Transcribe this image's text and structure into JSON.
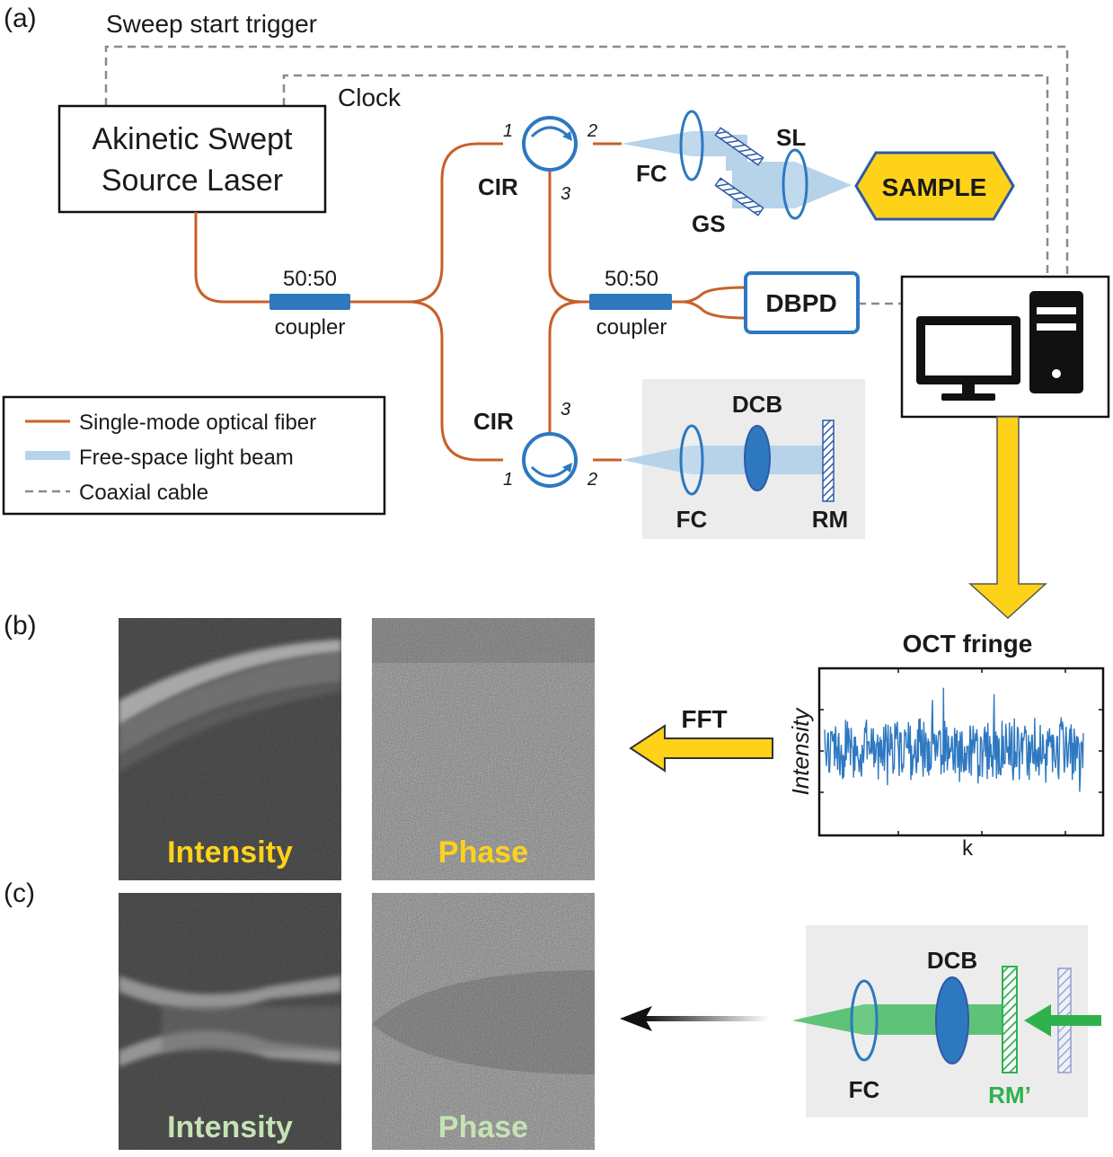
{
  "panels": {
    "a": "(a)",
    "b": "(b)",
    "c": "(c)"
  },
  "signals": {
    "sweep_trigger": "Sweep start trigger",
    "clock": "Clock"
  },
  "laser": {
    "line1": "Akinetic Swept",
    "line2": "Source Laser"
  },
  "couplers": {
    "ratio": "50:50",
    "label": "coupler"
  },
  "circulators": {
    "label": "CIR",
    "top_ports": [
      "1",
      "2",
      "3"
    ],
    "bottom_ports": [
      "1",
      "2",
      "3"
    ]
  },
  "sample_arm": {
    "fc": "FC",
    "gs": "GS",
    "sl": "SL",
    "sample": "SAMPLE"
  },
  "detector": {
    "label": "DBPD"
  },
  "reference_arm": {
    "dcb": "DCB",
    "fc": "FC",
    "rm": "RM"
  },
  "legend": {
    "items": [
      {
        "label": "Single-mode optical fiber",
        "color": "#c8602a"
      },
      {
        "label": "Free-space light beam",
        "color": "#b7d3ea"
      },
      {
        "label": "Coaxial cable",
        "color": "#8a8a8a"
      }
    ]
  },
  "fringe": {
    "title": "OCT fringe",
    "ylabel": "Intensity",
    "xlabel": "k"
  },
  "fft": {
    "label": "FFT"
  },
  "images_b": {
    "intensity": "Intensity",
    "phase": "Phase"
  },
  "images_c": {
    "intensity": "Intensity",
    "phase": "Phase"
  },
  "reference_c": {
    "dcb": "DCB",
    "fc": "FC",
    "rm": "RM’"
  },
  "colors": {
    "fiber": "#c8602a",
    "blue": "#2e78c0",
    "beam": "#b7d3ea",
    "yellow": "#ffd21a",
    "green": "#2fb14e",
    "pale_green": "#c5e3b5",
    "cable": "#8a8a8a"
  }
}
